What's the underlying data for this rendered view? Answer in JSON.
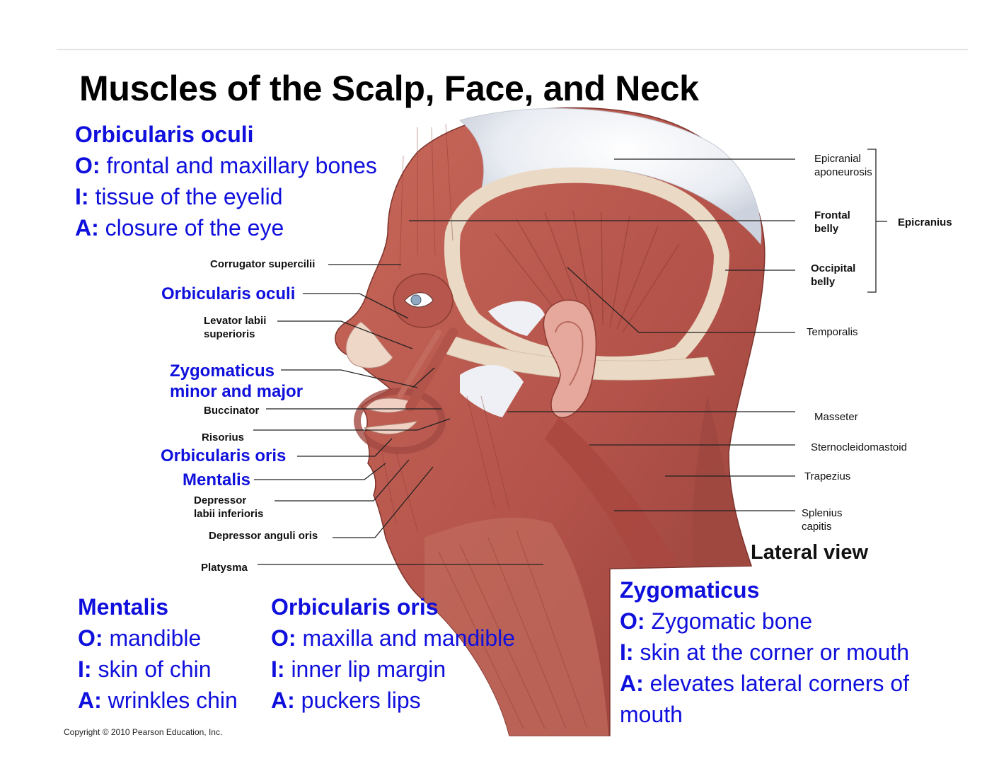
{
  "title": "Muscles of the Scalp, Face, and Neck",
  "boxes": {
    "orbicularis_oculi": {
      "name": "Orbicularis oculi",
      "o_key": "O:",
      "o_val": " frontal and maxillary bones",
      "i_key": "I:",
      "i_val": " tissue of the eyelid",
      "a_key": "A:",
      "a_val": " closure of the eye"
    },
    "mentalis": {
      "name": "Mentalis",
      "o_key": "O:",
      "o_val": " mandible",
      "i_key": "I:",
      "i_val": " skin of chin",
      "a_key": "A:",
      "a_val": " wrinkles chin"
    },
    "orbicularis_oris": {
      "name": "Orbicularis oris",
      "o_key": "O:",
      "o_val": " maxilla and mandible",
      "i_key": "I:",
      "i_val": " inner lip margin",
      "a_key": "A:",
      "a_val": " puckers lips"
    },
    "zygomaticus": {
      "name": "Zygomaticus",
      "o_key": "O:",
      "o_val": " Zygomatic bone",
      "i_key": "I:",
      "i_val": " skin at the corner or mouth",
      "a_key": "A:",
      "a_val": " elevates lateral corners of",
      "a_cont": "mouth"
    }
  },
  "labels_left": {
    "corrugator": "Corrugator supercilii",
    "orbicularis_oculi": "Orbicularis oculi",
    "levator_1": "Levator labii",
    "levator_2": "superioris",
    "zygomaticus_1": "Zygomaticus",
    "zygomaticus_2": "minor and major",
    "buccinator": "Buccinator",
    "risorius": "Risorius",
    "orbicularis_oris": "Orbicularis oris",
    "mentalis": "Mentalis",
    "depressor_labii_1": "Depressor",
    "depressor_labii_2": "labii inferioris",
    "depressor_anguli": "Depressor anguli oris",
    "platysma": "Platysma"
  },
  "labels_right": {
    "epicranial_1": "Epicranial",
    "epicranial_2": "aponeurosis",
    "frontal_1": "Frontal",
    "frontal_2": "belly",
    "epicranius": "Epicranius",
    "occipital_1": "Occipital",
    "occipital_2": "belly",
    "temporalis": "Temporalis",
    "masseter": "Masseter",
    "sternocleidomastoid": "Sternocleidomastoid",
    "trapezius": "Trapezius",
    "splenius_1": "Splenius",
    "splenius_2": "capitis"
  },
  "view_label": "Lateral view",
  "copyright": "Copyright © 2010 Pearson Education, Inc.",
  "colors": {
    "label_blue": "#1010dd",
    "muscle": "#b8574a",
    "muscle_dark": "#8e3a30",
    "tendon": "#e8ddd3",
    "aponeurosis": "#e4e8ef"
  }
}
